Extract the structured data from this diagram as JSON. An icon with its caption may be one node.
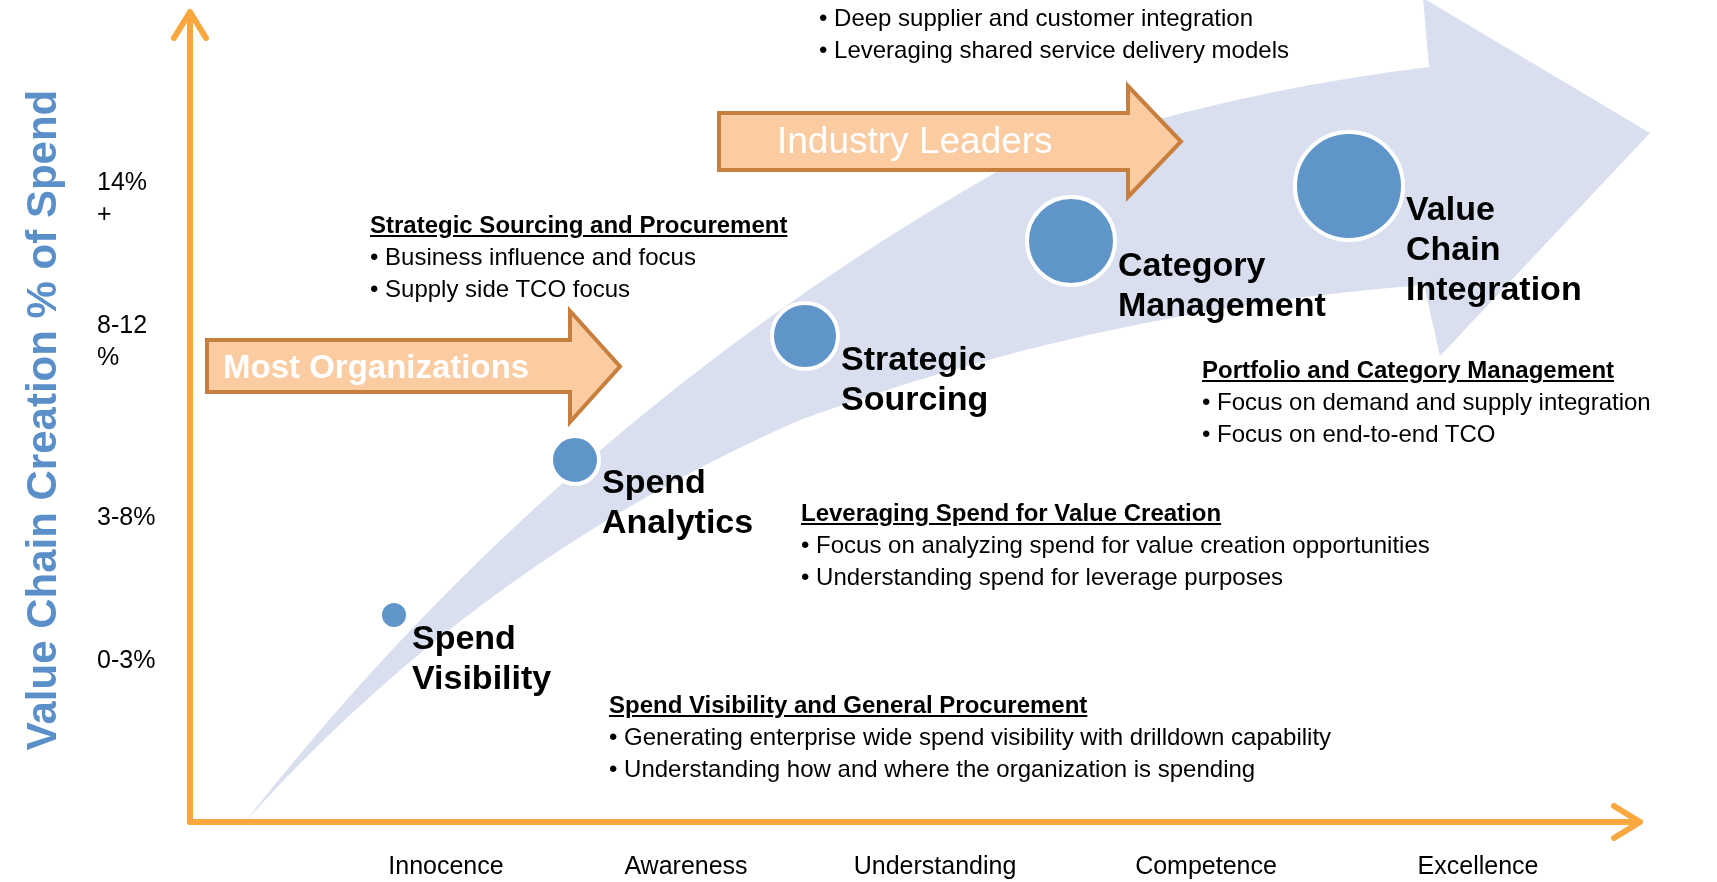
{
  "diagram": {
    "nodes": [
      {
        "text": [
          "Most Organizations"
        ]
      },
      {
        "text": [
          "Industry Leaders"
        ]
      },
      {
        "text": [
          "Spend Visibility"
        ]
      },
      {
        "text": [
          "Spend Analytics"
        ]
      },
      {
        "text": [
          "Strategic Sourcing"
        ]
      },
      {
        "text": [
          "Category Management"
        ]
      },
      {
        "text": [
          "Value Chain Integration"
        ]
      }
    ],
    "edges": [],
    "labels": [
      "• Deep supplier and customer integration",
      "• Leveraging shared service delivery models",
      "Value Chain Creation % of Spend",
      "14% +",
      "Strategic Sourcing and Procurement",
      "• Business influence and focus",
      "• Supply side TCO focus",
      "8-12 %",
      "Portfolio and Category Management",
      "• Focus on demand and supply integration",
      "• Focus on end-to-end TCO",
      "3-8%",
      "Leveraging Spend for Value Creation",
      "• Focus on analyzing spend for value creation opportunities",
      "• Understanding spend for leverage purposes",
      "0-3%",
      "Spend Visibility and General Procurement",
      "• Generating enterprise wide spend visibility with drilldown capability",
      "• Understanding how and where the organization is spending",
      "Innocence",
      "Awareness",
      "Understanding",
      "Competence",
      "Excellence"
    ]
  }
}
